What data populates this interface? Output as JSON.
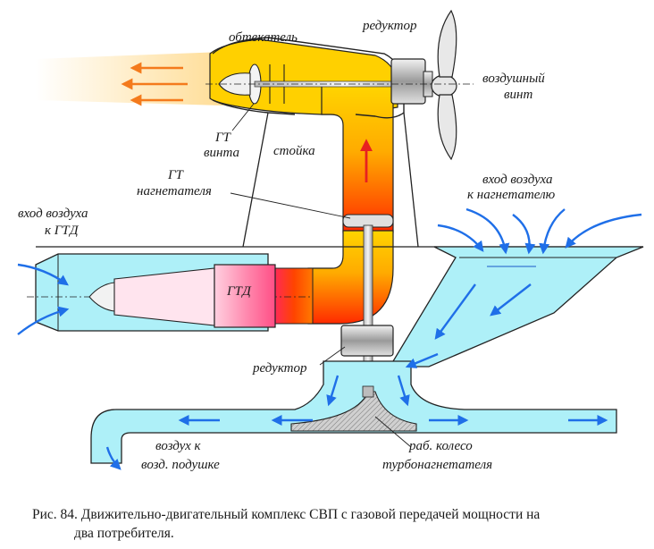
{
  "labels": {
    "fairing": "обтекатель",
    "gearbox_top": "редуктор",
    "propeller_1": "воздушный",
    "propeller_2": "винт",
    "gt_prop_1": "ГТ",
    "gt_prop_2": "винта",
    "strut": "стойка",
    "gt_blower_1": "ГТ",
    "gt_blower_2": "нагнетателя",
    "inlet_blower_1": "вход  воздуха",
    "inlet_blower_2": "к  нагнетателю",
    "inlet_gtd_1": "вход  воздуха",
    "inlet_gtd_2": "к  ГТД",
    "gtd": "ГТД",
    "gearbox_bottom": "редуктор",
    "air_cushion_1": "воздух к",
    "air_cushion_2": "возд. подушке",
    "impeller_1": "раб. колесо",
    "impeller_2": "турбонагнетателя"
  },
  "caption": {
    "line1": "Рис. 84. Движительно-двигательный комплекс СВП с газовой передачей мощности на",
    "line2": "два потребителя."
  },
  "colors": {
    "air": "#aef0f8",
    "hot_gas_top": "#ffd200",
    "hot_gas_bottom": "#ff3300",
    "gtd_pink": "#f06a96",
    "exhaust": "#ffe6a6",
    "arrow_air": "#1f6fe8",
    "arrow_exhaust": "#f47a1c",
    "arrow_gas": "#e82020"
  }
}
